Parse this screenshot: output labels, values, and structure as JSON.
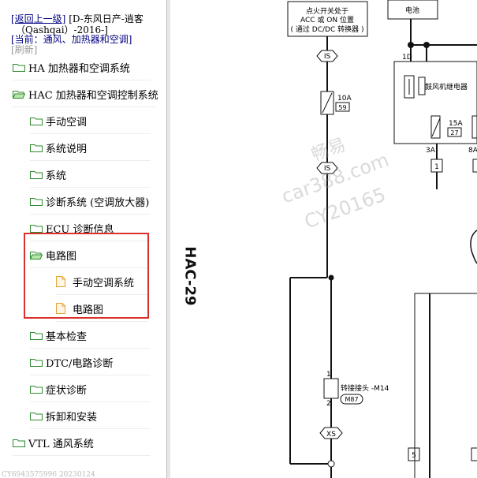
{
  "breadcrumb": {
    "back_link": "[返回上一级]",
    "model_line1": "[D-东风日产-逍客",
    "model_line2": "（Qashqai）-2016-]",
    "current_prefix": "[当前：",
    "current_path": "通风、加热器和空调",
    "current_suffix": "]",
    "refresh": "[刷新]"
  },
  "tree": [
    {
      "label": "HA 加热器和空调系统"
    },
    {
      "label": "HAC 加热器和空调控制系统"
    },
    {
      "label": "手动空调"
    },
    {
      "label": "系统说明"
    },
    {
      "label": "系统"
    },
    {
      "label": "诊断系统 (空调放大器)"
    },
    {
      "label": "ECU 诊断信息"
    },
    {
      "label": "电路图"
    },
    {
      "label": "手动空调系统"
    },
    {
      "label": "电路图"
    },
    {
      "label": "基本检查"
    },
    {
      "label": "DTC/电路诊断"
    },
    {
      "label": "症状诊断"
    },
    {
      "label": "拆卸和安装"
    },
    {
      "label": "VTL 通风系统"
    }
  ],
  "footer_text": "CY6943575996 20230124",
  "diagram": {
    "page_label": "HAC-29",
    "ignition_box": [
      "点火开关处于",
      "ACC 或 ON 位置",
      "( 通过 DC/DC 转换器 )"
    ],
    "battery_label": "电池",
    "connector_is_top": "IS",
    "fuse_10a_rating": "10A",
    "fuse_10a_number": "59",
    "connector_is_bottom": "IS",
    "relay_pin": "1D",
    "relay_label": "鼓风机继电器",
    "fuse_15a_rating": "15A",
    "fuse_15a_number": "27",
    "pin_3a": "3A",
    "pin_8a": "8A",
    "pin_1": "1",
    "joint_pin_top": "1",
    "joint_pin_bottom": "2",
    "joint_label": "转接接头 -M14",
    "joint_connector": "M87",
    "connector_xs": "XS",
    "pin_5": "5",
    "watermark_cn": "畅易",
    "watermark_site": "car388.com",
    "watermark_code": "CY20165"
  },
  "colors": {
    "link": "#000080",
    "highlight_border": "#d9312b",
    "folder_outline": "#2e8b2e",
    "folder_open_fill": "#b9e6a8",
    "page_icon": "#e4a23a"
  }
}
